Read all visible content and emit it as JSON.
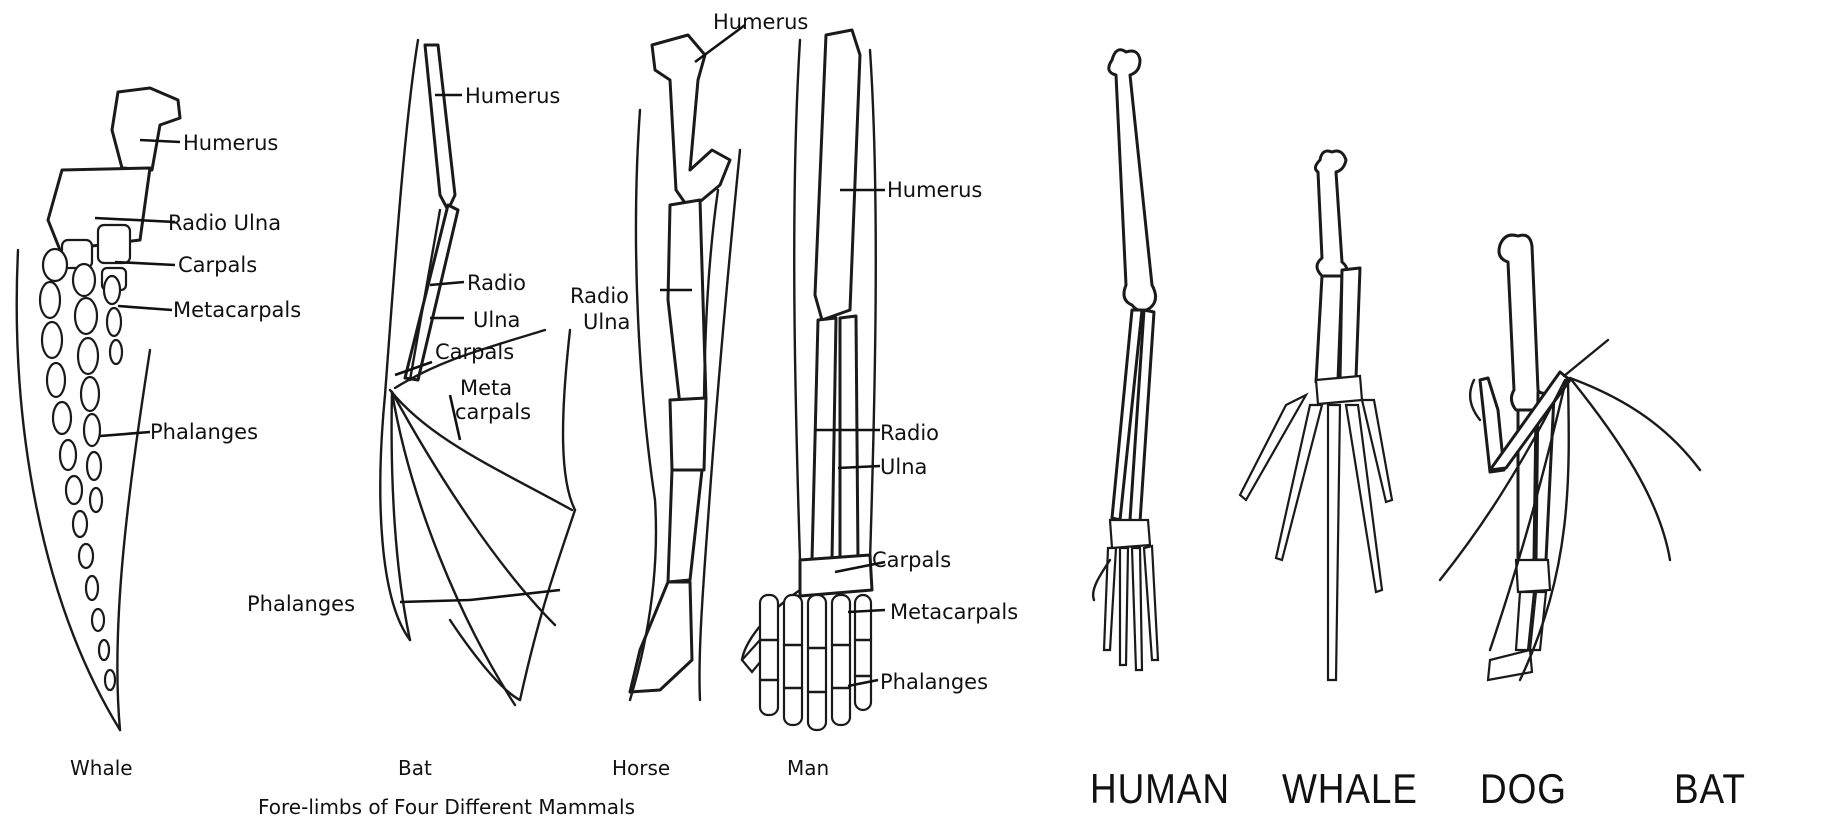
{
  "left_figure": {
    "title": "Fore-limbs of Four Different Mammals",
    "whale": {
      "caption": "Whale",
      "labels": {
        "humerus": "Humerus",
        "radio_ulna": "Radio Ulna",
        "carpals": "Carpals",
        "metacarpals": "Metacarpals",
        "phalanges": "Phalanges"
      }
    },
    "bat": {
      "caption": "Bat",
      "labels": {
        "humerus": "Humerus",
        "radio": "Radio",
        "ulna": "Ulna",
        "carpals": "Carpals",
        "meta_line1": "Meta",
        "meta_line2": "carpals",
        "phalanges": "Phalanges"
      }
    },
    "horse": {
      "caption": "Horse",
      "labels": {
        "humerus": "Humerus",
        "radio_line1": "Radio",
        "radio_line2": "Ulna"
      }
    },
    "man": {
      "caption": "Man",
      "labels": {
        "humerus": "Humerus",
        "radio": "Radio",
        "ulna": "Ulna",
        "carpals": "Carpals",
        "metacarpals": "Metacarpals",
        "phalanges": "Phalanges"
      }
    }
  },
  "right_figure": {
    "captions": {
      "human": "HUMAN",
      "whale": "WHALE",
      "dog": "DOG",
      "bat": "BAT"
    }
  }
}
